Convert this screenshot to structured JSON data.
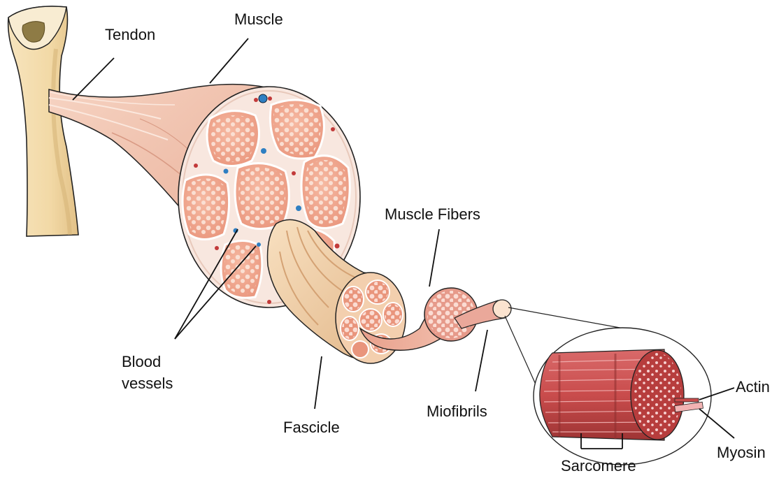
{
  "labels": {
    "tendon": "Tendon",
    "muscle": "Muscle",
    "muscle_fibers": "Muscle Fibers",
    "blood_vessels_line1": "Blood",
    "blood_vessels_line2": "vessels",
    "fascicle": "Fascicle",
    "miofibrils": "Miofibrils",
    "actin": "Actin",
    "myosin": "Myosin",
    "sarcomere": "Sarcomere"
  },
  "colors": {
    "bone": "#f3dcae",
    "bone_shade": "#e6c98e",
    "muscle_sheath": "#f2c7b4",
    "muscle_shade": "#e3a78f",
    "fascicle_fill": "#f0a98f",
    "fascicle_dot": "#fbe2d6",
    "connective": "#f7e6de",
    "fascicle_body": "#f5d8b6",
    "fascicle_shade": "#deb58b",
    "myofibril_red": "#c94c4c",
    "myofibril_dark": "#8e2f2f",
    "vessel_blue": "#2f7fc2",
    "vessel_red": "#c23a3a",
    "myosin_pink": "#f2b3b3"
  }
}
